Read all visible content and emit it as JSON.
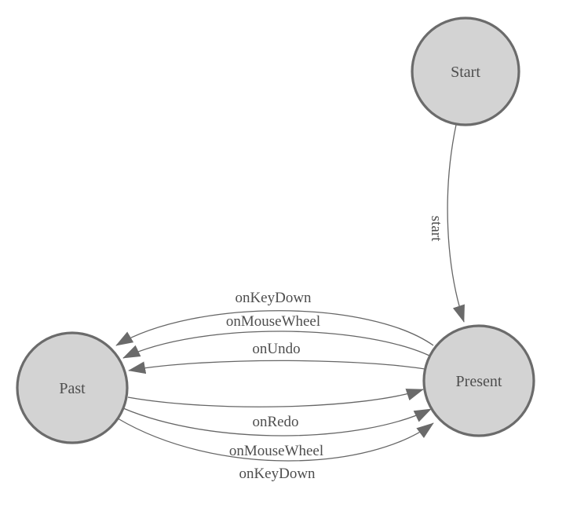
{
  "diagram": {
    "kind": "state-machine-diagram",
    "nodes": [
      {
        "id": "start",
        "label": "Start"
      },
      {
        "id": "present",
        "label": "Present"
      },
      {
        "id": "past",
        "label": "Past"
      }
    ],
    "edges": [
      {
        "from": "Start",
        "to": "Present",
        "label": "start"
      },
      {
        "from": "Present",
        "to": "Past",
        "label": "onKeyDown"
      },
      {
        "from": "Present",
        "to": "Past",
        "label": "onMouseWheel"
      },
      {
        "from": "Present",
        "to": "Past",
        "label": "onUndo"
      },
      {
        "from": "Past",
        "to": "Present",
        "label": "onRedo"
      },
      {
        "from": "Past",
        "to": "Present",
        "label": "onMouseWheel"
      },
      {
        "from": "Past",
        "to": "Present",
        "label": "onKeyDown"
      }
    ],
    "colors": {
      "node_fill": "#d3d3d3",
      "node_border": "#6b6b6b",
      "edge_stroke": "#666666",
      "arrow_fill": "#6a6a6a",
      "label_text": "#4e4e4e",
      "background": "#ffffff"
    }
  }
}
